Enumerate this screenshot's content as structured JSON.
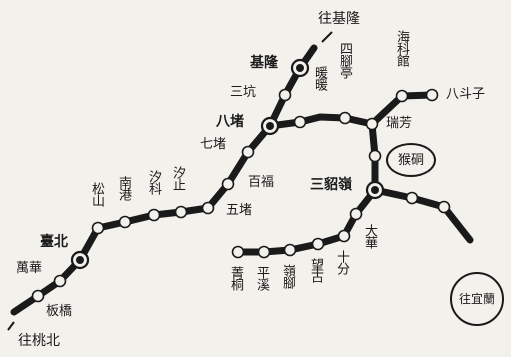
{
  "stations": {
    "keelung": "基隆",
    "sankeng": "三坑",
    "nuannuan": "暖暖",
    "sijiaoting": "四腳亭",
    "haikeguan": "海科館",
    "badouzi": "八斗子",
    "ruifang": "瑞芳",
    "houtong": "猴硐",
    "badu": "八堵",
    "qidu": "七堵",
    "baifu": "百福",
    "sandiaoling": "三貂嶺",
    "wudu": "五堵",
    "xizhi": "汐止",
    "xike": "汐科",
    "nangang": "南港",
    "songshan": "松山",
    "taipei": "臺北",
    "wanhua": "萬華",
    "banqiao": "板橋",
    "dahua": "大華",
    "shifen": "十分",
    "wanggu": "望古",
    "linglian": "嶺腳",
    "pingxi": "平溪",
    "jingtong": "菁桐"
  },
  "directions": {
    "to_keelung": "往基隆",
    "to_taoyuan": "往桃北",
    "to_yilan": "往宜蘭"
  },
  "colors": {
    "track": "#1a1a1a",
    "background": "#f3f1ec"
  }
}
